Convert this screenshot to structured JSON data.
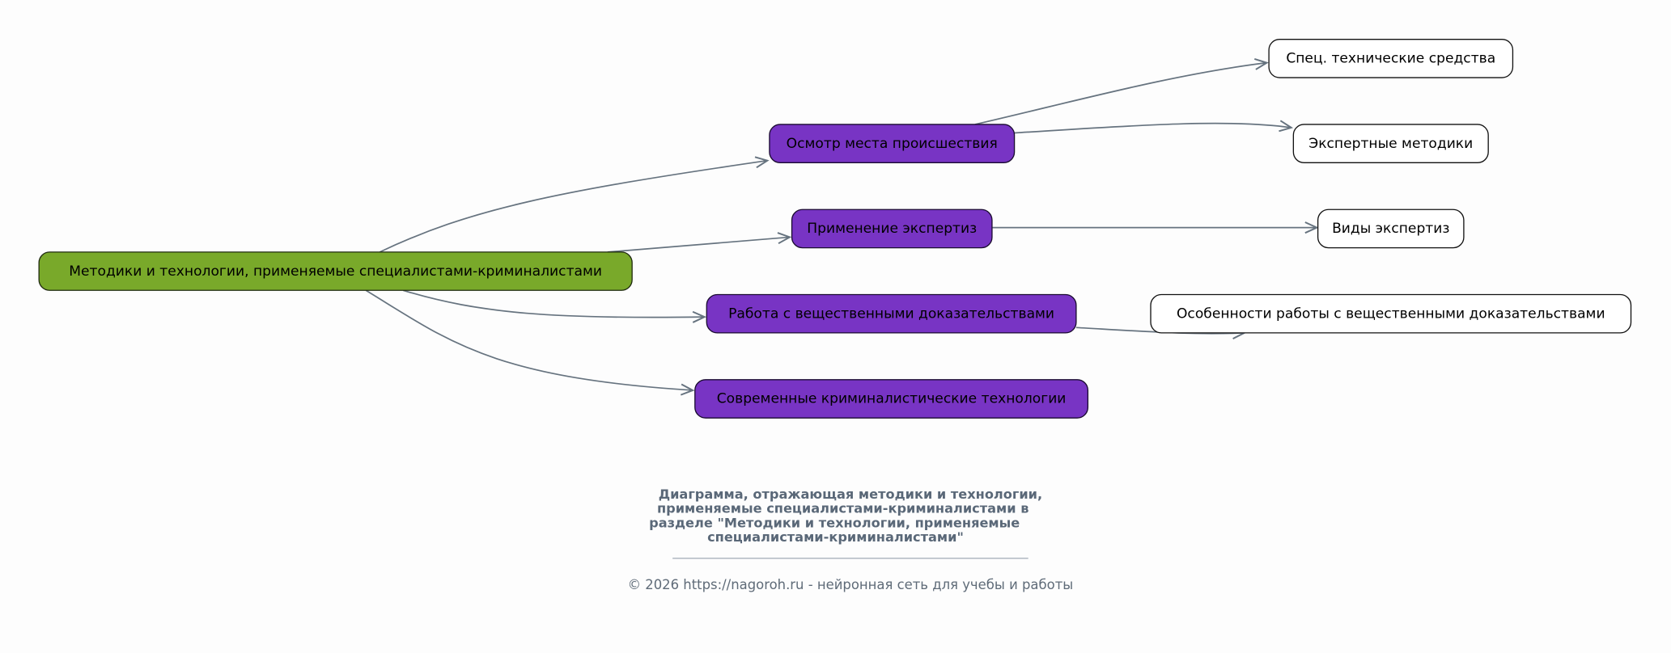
{
  "colors": {
    "root": "#79a92a",
    "level1": "#7834c4",
    "level2": "#ffffff",
    "edge": "#66737f",
    "title": "#5a6878"
  },
  "root": {
    "label": "Методики и технологии, применяемые специалистами-криминалистами"
  },
  "level1": [
    {
      "label": "Осмотр места происшествия"
    },
    {
      "label": "Применение экспертиз"
    },
    {
      "label": "Работа с вещественными доказательствами"
    },
    {
      "label": "Современные криминалистические технологии"
    }
  ],
  "level2": [
    {
      "label": "Спец. технические средства",
      "parent": "Осмотр места происшествия"
    },
    {
      "label": "Экспертные методики",
      "parent": "Осмотр места происшествия"
    },
    {
      "label": "Виды экспертиз",
      "parent": "Применение экспертиз"
    },
    {
      "label": "Особенности работы с вещественными доказательствами",
      "parent": "Работа с вещественными доказательствами"
    }
  ],
  "caption": {
    "lines": [
      "Диаграмма, отражающая методики и технологии,",
      "применяемые специалистами-криминалистами в",
      "разделе \"Методики и технологии, применяемые",
      "специалистами-криминалистами\""
    ],
    "footer": "© 2026 https://nagoroh.ru - нейронная сеть для учебы и работы"
  }
}
